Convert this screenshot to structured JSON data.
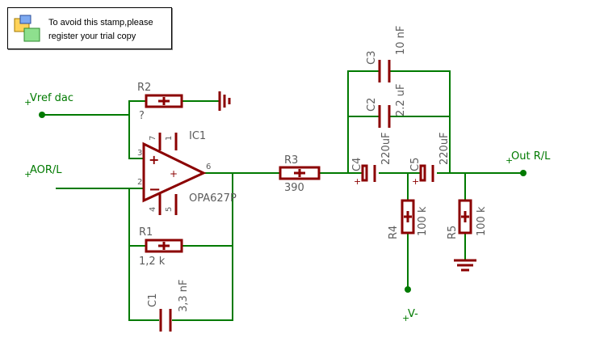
{
  "stamp": {
    "line1": "To avoid this stamp,please",
    "line2": "register your trial copy"
  },
  "nets": {
    "vref": "Vref dac",
    "aor": "AOR/L",
    "out": "Out R/L",
    "vminus": "V-"
  },
  "opamp": {
    "ref": "IC1",
    "value": "OPA627P",
    "pin3": "3",
    "pin2": "2",
    "pin6": "6",
    "pin7": "7",
    "pin1": "1",
    "pin4": "4",
    "pin5": "5"
  },
  "components": {
    "r2": {
      "ref": "R2",
      "value": "?"
    },
    "r1": {
      "ref": "R1",
      "value": "1,2 k"
    },
    "c1": {
      "ref": "C1",
      "value": "3,3 nF"
    },
    "r3": {
      "ref": "R3",
      "value": "390"
    },
    "c4": {
      "ref": "C4",
      "value": "220uF"
    },
    "c5": {
      "ref": "C5",
      "value": "220uF"
    },
    "c3": {
      "ref": "C3",
      "value": "10 nF"
    },
    "c2": {
      "ref": "C2",
      "value": "2.2 uF"
    },
    "r4": {
      "ref": "R4",
      "value": "100 k"
    },
    "r5": {
      "ref": "R5",
      "value": "100 k"
    }
  },
  "colors": {
    "wire": "#007a00",
    "component": "#8b0000",
    "label": "#5c5c5c"
  }
}
